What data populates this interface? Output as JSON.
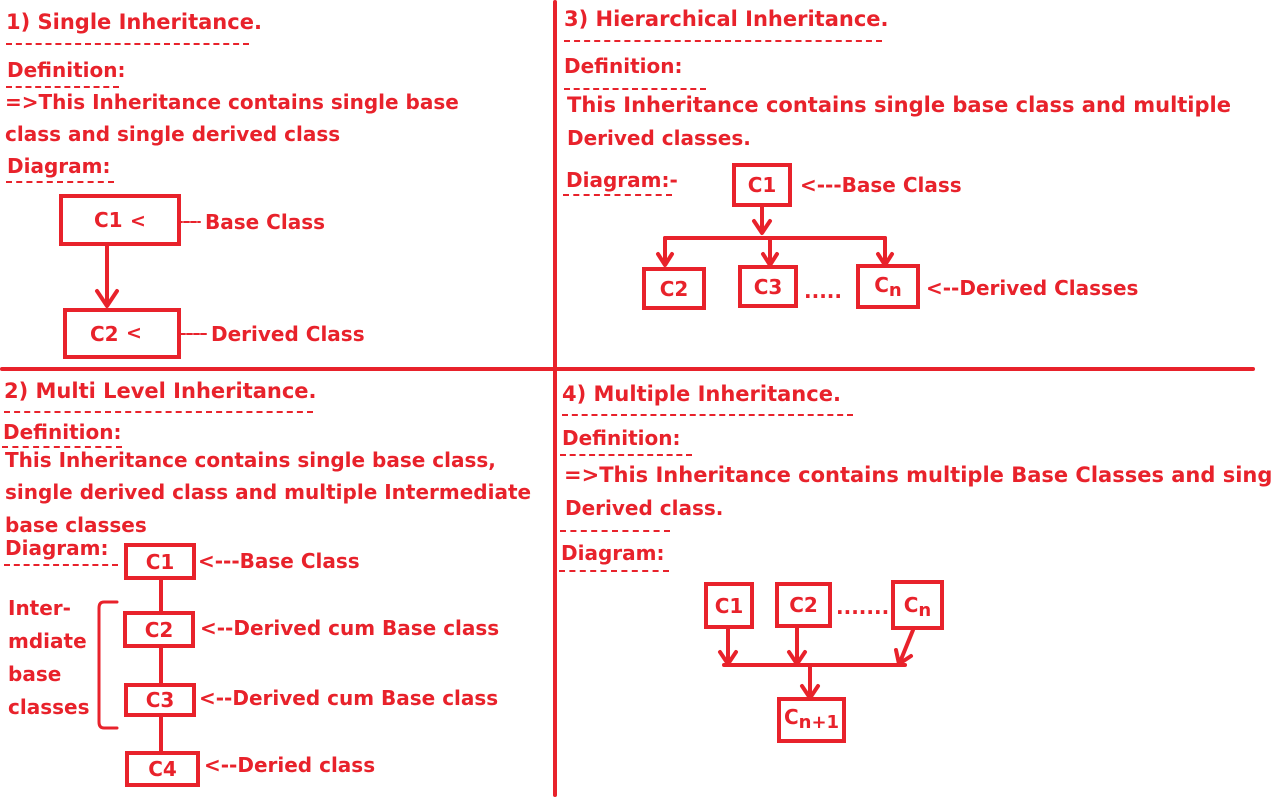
{
  "colors": {
    "ink": "#e8222b",
    "background": "#ffffff"
  },
  "q1": {
    "title": "1) Single Inheritance.",
    "definition_label": "Definition:",
    "text_line1": "=>This  Inheritance contains single base",
    "text_line2": "class and single derived class",
    "diagram_label": "Diagram:",
    "box1": "C1",
    "box2": "C2",
    "label1": "Base Class",
    "label2": "Derived Class"
  },
  "q2": {
    "title": "2) Multi Level Inheritance.",
    "definition_label": "Definition:",
    "text_line1": "This Inheritance contains single base class,",
    "text_line2": "single derived class and multiple Intermediate",
    "text_line3": "base classes",
    "diagram_label": "Diagram:",
    "box1": "C1",
    "box2": "C2",
    "box3": "C3",
    "box4": "C4",
    "label1": "<---Base Class",
    "label2": "<--Derived cum Base class",
    "label3": "<--Derived cum Base class",
    "label4": "<--Deried class",
    "side_line1": "Inter-",
    "side_line2": "mdiate",
    "side_line3": "base",
    "side_line4": "classes"
  },
  "q3": {
    "title": "3) Hierarchical Inheritance.",
    "definition_label": "Definition:",
    "text_line1": "This Inheritance contains single base class and multiple",
    "text_line2": "Derived classes.",
    "diagram_label": "Diagram:-",
    "box1": "C1",
    "box2": "C2",
    "box3": "C3",
    "boxn_base": "C",
    "boxn_sub": "n",
    "ellipsis": ".....",
    "label_base": "<---Base Class",
    "label_derived": "<--Derived Classes"
  },
  "q4": {
    "title": "4) Multiple Inheritance.",
    "definition_label": "Definition:",
    "text_line1": "=>This Inheritance contains multiple Base Classes and single",
    "text_line2": "Derived class.",
    "diagram_label": "Diagram:",
    "box1": "C1",
    "box2": "C2",
    "boxn_base": "C",
    "boxn_sub": "n",
    "ellipsis": ".......",
    "result_base": "C",
    "result_sub": "n+1"
  }
}
